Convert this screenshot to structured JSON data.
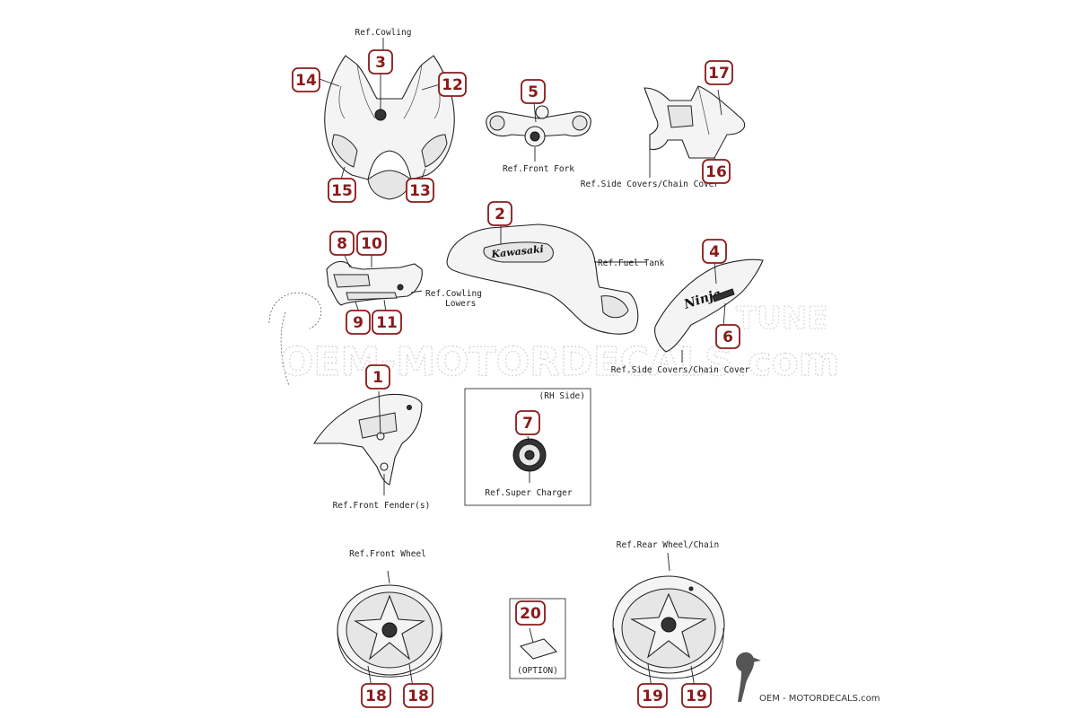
{
  "refs": {
    "cowling": "Ref.Cowling",
    "front_fork": "Ref.Front Fork",
    "side_covers_top": "Ref.Side Covers/Chain Cover",
    "fuel_tank": "Ref.Fuel Tank",
    "cowling_lowers_1": "Ref.Cowling",
    "cowling_lowers_2": "Lowers",
    "side_covers_mid": "Ref.Side Covers/Chain Cover",
    "rh_side": "(RH Side)",
    "super_charger": "Ref.Super Charger",
    "front_fender": "Ref.Front Fender(s)",
    "front_wheel": "Ref.Front Wheel",
    "rear_wheel": "Ref.Rear Wheel/Chain",
    "option": "(OPTION)"
  },
  "callouts": {
    "c1": "1",
    "c2": "2",
    "c3": "3",
    "c4": "4",
    "c5": "5",
    "c6": "6",
    "c7": "7",
    "c8": "8",
    "c9": "9",
    "c10": "10",
    "c11": "11",
    "c12": "12",
    "c13": "13",
    "c14": "14",
    "c15": "15",
    "c16": "16",
    "c17": "17",
    "c18a": "18",
    "c18b": "18",
    "c19a": "19",
    "c19b": "19",
    "c20": "20"
  },
  "decal_text": {
    "kawasaki": "Kawasaki",
    "ninja": "Ninja"
  },
  "watermark": {
    "main": "OEM-MOTORDECALS.com",
    "side": "TUNE"
  },
  "footer": {
    "brand": "OEM - MOTORDECALS.com"
  },
  "colors": {
    "callout": "#8b1a1a",
    "line_art": "#222222",
    "watermark": "#d8d8d8"
  }
}
